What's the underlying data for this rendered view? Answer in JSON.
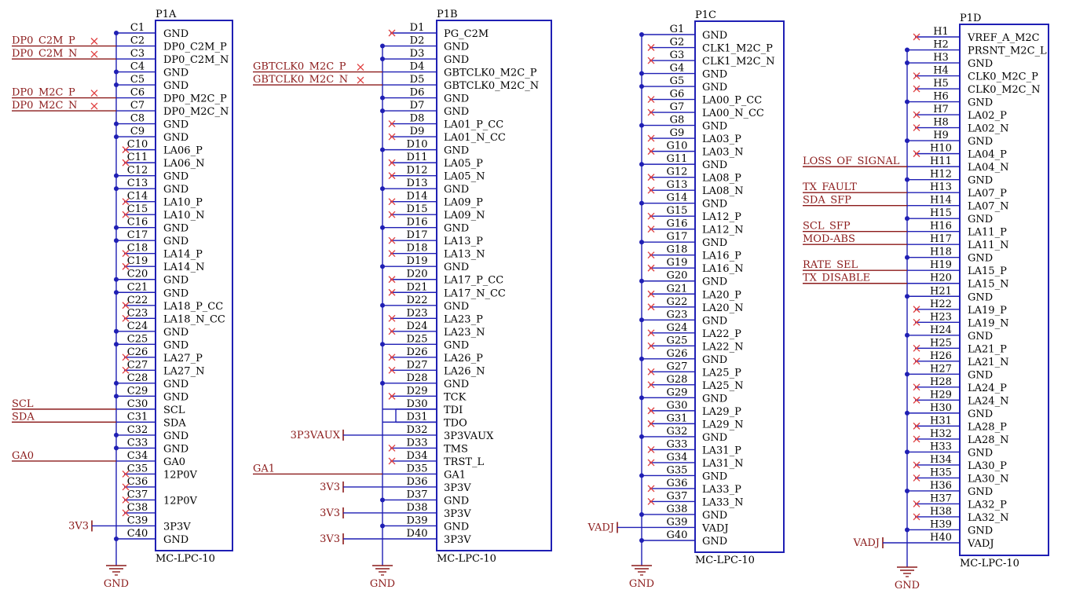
{
  "colors": {
    "body": "#1f1fb4",
    "wire": "#1f1fb4",
    "net": "#8b1a1a",
    "nc": "#e04040",
    "junction": "#1f1fb4",
    "text": "#000000"
  },
  "components": [
    {
      "id": "p1a",
      "designator": "P1A",
      "part": "MC-LPC-10",
      "ground_label": "GND",
      "pins": [
        {
          "num": "C1",
          "name": "GND",
          "mode": "gnd"
        },
        {
          "num": "C2",
          "name": "DP0_C2M_P",
          "mode": "net",
          "net": "DP0_C2M_P",
          "x_mark": true
        },
        {
          "num": "C3",
          "name": "DP0_C2M_N",
          "mode": "net",
          "net": "DP0_C2M_N",
          "x_mark": true
        },
        {
          "num": "C4",
          "name": "GND",
          "mode": "gnd"
        },
        {
          "num": "C5",
          "name": "GND",
          "mode": "gnd"
        },
        {
          "num": "C6",
          "name": "DP0_M2C_P",
          "mode": "net",
          "net": "DP0_M2C_P",
          "x_mark": true
        },
        {
          "num": "C7",
          "name": "DP0_M2C_N",
          "mode": "net",
          "net": "DP0_M2C_N",
          "x_mark": true
        },
        {
          "num": "C8",
          "name": "GND",
          "mode": "gnd"
        },
        {
          "num": "C9",
          "name": "GND",
          "mode": "gnd"
        },
        {
          "num": "C10",
          "name": "LA06_P",
          "mode": "nc"
        },
        {
          "num": "C11",
          "name": "LA06_N",
          "mode": "nc"
        },
        {
          "num": "C12",
          "name": "GND",
          "mode": "gnd"
        },
        {
          "num": "C13",
          "name": "GND",
          "mode": "gnd"
        },
        {
          "num": "C14",
          "name": "LA10_P",
          "mode": "nc"
        },
        {
          "num": "C15",
          "name": "LA10_N",
          "mode": "nc"
        },
        {
          "num": "C16",
          "name": "GND",
          "mode": "gnd"
        },
        {
          "num": "C17",
          "name": "GND",
          "mode": "gnd"
        },
        {
          "num": "C18",
          "name": "LA14_P",
          "mode": "nc"
        },
        {
          "num": "C19",
          "name": "LA14_N",
          "mode": "nc"
        },
        {
          "num": "C20",
          "name": "GND",
          "mode": "gnd"
        },
        {
          "num": "C21",
          "name": "GND",
          "mode": "gnd"
        },
        {
          "num": "C22",
          "name": "LA18_P_CC",
          "mode": "nc"
        },
        {
          "num": "C23",
          "name": "LA18_N_CC",
          "mode": "nc"
        },
        {
          "num": "C24",
          "name": "GND",
          "mode": "gnd"
        },
        {
          "num": "C25",
          "name": "GND",
          "mode": "gnd"
        },
        {
          "num": "C26",
          "name": "LA27_P",
          "mode": "nc"
        },
        {
          "num": "C27",
          "name": "LA27_N",
          "mode": "nc"
        },
        {
          "num": "C28",
          "name": "GND",
          "mode": "gnd"
        },
        {
          "num": "C29",
          "name": "GND",
          "mode": "gnd"
        },
        {
          "num": "C30",
          "name": "SCL",
          "mode": "net",
          "net": "SCL"
        },
        {
          "num": "C31",
          "name": "SDA",
          "mode": "net",
          "net": "SDA"
        },
        {
          "num": "C32",
          "name": "GND",
          "mode": "gnd"
        },
        {
          "num": "C33",
          "name": "GND",
          "mode": "gnd"
        },
        {
          "num": "C34",
          "name": "GA0",
          "mode": "net",
          "net": "GA0"
        },
        {
          "num": "C35",
          "name": "12P0V",
          "mode": "nc"
        },
        {
          "num": "C36",
          "name": "",
          "mode": "nc"
        },
        {
          "num": "C37",
          "name": "12P0V",
          "mode": "nc"
        },
        {
          "num": "C38",
          "name": "",
          "mode": "nc"
        },
        {
          "num": "C39",
          "name": "3P3V",
          "mode": "power",
          "net": "3V3"
        },
        {
          "num": "C40",
          "name": "GND",
          "mode": "gnd"
        }
      ]
    },
    {
      "id": "p1b",
      "designator": "P1B",
      "part": "MC-LPC-10",
      "ground_label": "GND",
      "pins": [
        {
          "num": "D1",
          "name": "PG_C2M",
          "mode": "nc"
        },
        {
          "num": "D2",
          "name": "GND",
          "mode": "gnd"
        },
        {
          "num": "D3",
          "name": "GND",
          "mode": "gnd"
        },
        {
          "num": "D4",
          "name": "GBTCLK0_M2C_P",
          "mode": "net",
          "net": "GBTCLK0_M2C_P",
          "x_mark": true
        },
        {
          "num": "D5",
          "name": "GBTCLK0_M2C_N",
          "mode": "net",
          "net": "GBTCLK0_M2C_N",
          "x_mark": true
        },
        {
          "num": "D6",
          "name": "GND",
          "mode": "gnd"
        },
        {
          "num": "D7",
          "name": "GND",
          "mode": "gnd"
        },
        {
          "num": "D8",
          "name": "LA01_P_CC",
          "mode": "nc"
        },
        {
          "num": "D9",
          "name": "LA01_N_CC",
          "mode": "nc"
        },
        {
          "num": "D10",
          "name": "GND",
          "mode": "gnd"
        },
        {
          "num": "D11",
          "name": "LA05_P",
          "mode": "nc"
        },
        {
          "num": "D12",
          "name": "LA05_N",
          "mode": "nc"
        },
        {
          "num": "D13",
          "name": "GND",
          "mode": "gnd"
        },
        {
          "num": "D14",
          "name": "LA09_P",
          "mode": "nc"
        },
        {
          "num": "D15",
          "name": "LA09_N",
          "mode": "nc"
        },
        {
          "num": "D16",
          "name": "GND",
          "mode": "gnd"
        },
        {
          "num": "D17",
          "name": "LA13_P",
          "mode": "nc"
        },
        {
          "num": "D18",
          "name": "LA13_N",
          "mode": "nc"
        },
        {
          "num": "D19",
          "name": "GND",
          "mode": "gnd"
        },
        {
          "num": "D20",
          "name": "LA17_P_CC",
          "mode": "nc"
        },
        {
          "num": "D21",
          "name": "LA17_N_CC",
          "mode": "nc"
        },
        {
          "num": "D22",
          "name": "GND",
          "mode": "gnd"
        },
        {
          "num": "D23",
          "name": "LA23_P",
          "mode": "nc"
        },
        {
          "num": "D24",
          "name": "LA23_N",
          "mode": "nc"
        },
        {
          "num": "D25",
          "name": "GND",
          "mode": "gnd"
        },
        {
          "num": "D26",
          "name": "LA26_P",
          "mode": "nc"
        },
        {
          "num": "D27",
          "name": "LA26_N",
          "mode": "nc"
        },
        {
          "num": "D28",
          "name": "GND",
          "mode": "gnd"
        },
        {
          "num": "D29",
          "name": "TCK",
          "mode": "nc"
        },
        {
          "num": "D30",
          "name": "TDI",
          "mode": "loop"
        },
        {
          "num": "D31",
          "name": "TDO",
          "mode": "loop"
        },
        {
          "num": "D32",
          "name": "3P3VAUX",
          "mode": "power",
          "net": "3P3VAUX"
        },
        {
          "num": "D33",
          "name": "TMS",
          "mode": "nc"
        },
        {
          "num": "D34",
          "name": "TRST_L",
          "mode": "nc"
        },
        {
          "num": "D35",
          "name": "GA1",
          "mode": "net",
          "net": "GA1"
        },
        {
          "num": "D36",
          "name": "3P3V",
          "mode": "power",
          "net": "3V3"
        },
        {
          "num": "D37",
          "name": "GND",
          "mode": "gnd"
        },
        {
          "num": "D38",
          "name": "3P3V",
          "mode": "power",
          "net": "3V3"
        },
        {
          "num": "D39",
          "name": "GND",
          "mode": "gnd"
        },
        {
          "num": "D40",
          "name": "3P3V",
          "mode": "power",
          "net": "3V3"
        }
      ]
    },
    {
      "id": "p1c",
      "designator": "P1C",
      "part": "MC-LPC-10",
      "ground_label": "GND",
      "pins": [
        {
          "num": "G1",
          "name": "GND",
          "mode": "gnd"
        },
        {
          "num": "G2",
          "name": "CLK1_M2C_P",
          "mode": "nc"
        },
        {
          "num": "G3",
          "name": "CLK1_M2C_N",
          "mode": "nc"
        },
        {
          "num": "G4",
          "name": "GND",
          "mode": "gnd"
        },
        {
          "num": "G5",
          "name": "GND",
          "mode": "gnd"
        },
        {
          "num": "G6",
          "name": "LA00_P_CC",
          "mode": "nc"
        },
        {
          "num": "G7",
          "name": "LA00_N_CC",
          "mode": "nc"
        },
        {
          "num": "G8",
          "name": "GND",
          "mode": "gnd"
        },
        {
          "num": "G9",
          "name": "LA03_P",
          "mode": "nc"
        },
        {
          "num": "G10",
          "name": "LA03_N",
          "mode": "nc"
        },
        {
          "num": "G11",
          "name": "GND",
          "mode": "gnd"
        },
        {
          "num": "G12",
          "name": "LA08_P",
          "mode": "nc"
        },
        {
          "num": "G13",
          "name": "LA08_N",
          "mode": "nc"
        },
        {
          "num": "G14",
          "name": "GND",
          "mode": "gnd"
        },
        {
          "num": "G15",
          "name": "LA12_P",
          "mode": "nc"
        },
        {
          "num": "G16",
          "name": "LA12_N",
          "mode": "nc"
        },
        {
          "num": "G17",
          "name": "GND",
          "mode": "gnd"
        },
        {
          "num": "G18",
          "name": "LA16_P",
          "mode": "nc"
        },
        {
          "num": "G19",
          "name": "LA16_N",
          "mode": "nc"
        },
        {
          "num": "G20",
          "name": "GND",
          "mode": "gnd"
        },
        {
          "num": "G21",
          "name": "LA20_P",
          "mode": "nc"
        },
        {
          "num": "G22",
          "name": "LA20_N",
          "mode": "nc"
        },
        {
          "num": "G23",
          "name": "GND",
          "mode": "gnd"
        },
        {
          "num": "G24",
          "name": "LA22_P",
          "mode": "nc"
        },
        {
          "num": "G25",
          "name": "LA22_N",
          "mode": "nc"
        },
        {
          "num": "G26",
          "name": "GND",
          "mode": "gnd"
        },
        {
          "num": "G27",
          "name": "LA25_P",
          "mode": "nc"
        },
        {
          "num": "G28",
          "name": "LA25_N",
          "mode": "nc"
        },
        {
          "num": "G29",
          "name": "GND",
          "mode": "gnd"
        },
        {
          "num": "G30",
          "name": "LA29_P",
          "mode": "nc"
        },
        {
          "num": "G31",
          "name": "LA29_N",
          "mode": "nc"
        },
        {
          "num": "G32",
          "name": "GND",
          "mode": "gnd"
        },
        {
          "num": "G33",
          "name": "LA31_P",
          "mode": "nc"
        },
        {
          "num": "G34",
          "name": "LA31_N",
          "mode": "nc"
        },
        {
          "num": "G35",
          "name": "GND",
          "mode": "gnd"
        },
        {
          "num": "G36",
          "name": "LA33_P",
          "mode": "nc"
        },
        {
          "num": "G37",
          "name": "LA33_N",
          "mode": "nc"
        },
        {
          "num": "G38",
          "name": "GND",
          "mode": "gnd"
        },
        {
          "num": "G39",
          "name": "VADJ",
          "mode": "power",
          "net": "VADJ"
        },
        {
          "num": "G40",
          "name": "GND",
          "mode": "gnd"
        }
      ]
    },
    {
      "id": "p1d",
      "designator": "P1D",
      "part": "MC-LPC-10",
      "ground_label": "GND",
      "pins": [
        {
          "num": "H1",
          "name": "VREF_A_M2C",
          "mode": "nc"
        },
        {
          "num": "H2",
          "name": "PRSNT_M2C_L",
          "mode": "gnd"
        },
        {
          "num": "H3",
          "name": "GND",
          "mode": "gnd"
        },
        {
          "num": "H4",
          "name": "CLK0_M2C_P",
          "mode": "nc"
        },
        {
          "num": "H5",
          "name": "CLK0_M2C_N",
          "mode": "nc"
        },
        {
          "num": "H6",
          "name": "GND",
          "mode": "gnd"
        },
        {
          "num": "H7",
          "name": "LA02_P",
          "mode": "nc"
        },
        {
          "num": "H8",
          "name": "LA02_N",
          "mode": "nc"
        },
        {
          "num": "H9",
          "name": "GND",
          "mode": "gnd"
        },
        {
          "num": "H10",
          "name": "LA04_P",
          "mode": "nc"
        },
        {
          "num": "H11",
          "name": "LA04_N",
          "mode": "net",
          "net": "LOSS_OF_SIGNAL"
        },
        {
          "num": "H12",
          "name": "GND",
          "mode": "gnd"
        },
        {
          "num": "H13",
          "name": "LA07_P",
          "mode": "net",
          "net": "TX_FAULT"
        },
        {
          "num": "H14",
          "name": "LA07_N",
          "mode": "net",
          "net": "SDA_SFP"
        },
        {
          "num": "H15",
          "name": "GND",
          "mode": "gnd"
        },
        {
          "num": "H16",
          "name": "LA11_P",
          "mode": "net",
          "net": "SCL_SFP"
        },
        {
          "num": "H17",
          "name": "LA11_N",
          "mode": "net",
          "net": "MOD-ABS"
        },
        {
          "num": "H18",
          "name": "GND",
          "mode": "gnd"
        },
        {
          "num": "H19",
          "name": "LA15_P",
          "mode": "net",
          "net": "RATE_SEL"
        },
        {
          "num": "H20",
          "name": "LA15_N",
          "mode": "net",
          "net": "TX_DISABLE"
        },
        {
          "num": "H21",
          "name": "GND",
          "mode": "gnd"
        },
        {
          "num": "H22",
          "name": "LA19_P",
          "mode": "nc"
        },
        {
          "num": "H23",
          "name": "LA19_N",
          "mode": "nc"
        },
        {
          "num": "H24",
          "name": "GND",
          "mode": "gnd"
        },
        {
          "num": "H25",
          "name": "LA21_P",
          "mode": "nc"
        },
        {
          "num": "H26",
          "name": "LA21_N",
          "mode": "nc"
        },
        {
          "num": "H27",
          "name": "GND",
          "mode": "gnd"
        },
        {
          "num": "H28",
          "name": "LA24_P",
          "mode": "nc"
        },
        {
          "num": "H29",
          "name": "LA24_N",
          "mode": "nc"
        },
        {
          "num": "H30",
          "name": "GND",
          "mode": "gnd"
        },
        {
          "num": "H31",
          "name": "LA28_P",
          "mode": "nc"
        },
        {
          "num": "H32",
          "name": "LA28_N",
          "mode": "nc"
        },
        {
          "num": "H33",
          "name": "GND",
          "mode": "gnd"
        },
        {
          "num": "H34",
          "name": "LA30_P",
          "mode": "nc"
        },
        {
          "num": "H35",
          "name": "LA30_N",
          "mode": "nc"
        },
        {
          "num": "H36",
          "name": "GND",
          "mode": "gnd"
        },
        {
          "num": "H37",
          "name": "LA32_P",
          "mode": "nc"
        },
        {
          "num": "H38",
          "name": "LA32_N",
          "mode": "nc"
        },
        {
          "num": "H39",
          "name": "GND",
          "mode": "gnd"
        },
        {
          "num": "H40",
          "name": "VADJ",
          "mode": "power",
          "net": "VADJ"
        }
      ]
    }
  ]
}
